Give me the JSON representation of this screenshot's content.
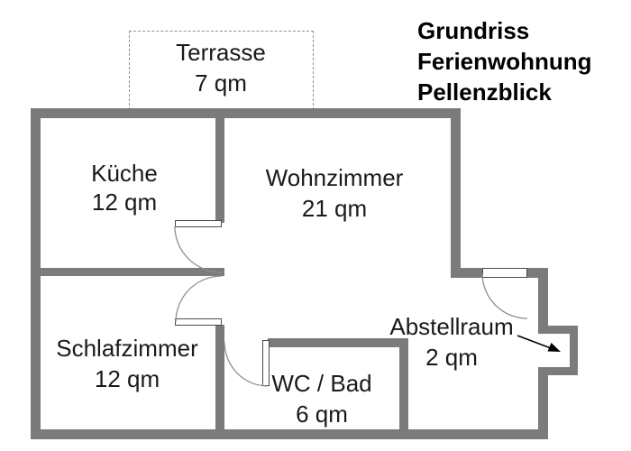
{
  "title": {
    "line1": "Grundriss",
    "line2": "Ferienwohnung",
    "line3": "Pellenzblick"
  },
  "rooms": [
    {
      "id": "terrasse",
      "name": "Terrasse",
      "area": "7 qm"
    },
    {
      "id": "kueche",
      "name": "Küche",
      "area": "12 qm"
    },
    {
      "id": "wohnzimmer",
      "name": "Wohnzimmer",
      "area": "21 qm"
    },
    {
      "id": "schlafzimmer",
      "name": "Schlafzimmer",
      "area": "12 qm"
    },
    {
      "id": "wc-bad",
      "name": "WC / Bad",
      "area": "6 qm"
    },
    {
      "id": "abstellraum",
      "name": "Abstellraum",
      "area": "2 qm"
    }
  ],
  "colors": {
    "wall": "#7b7b7b",
    "text": "#1a1a1a",
    "door_outline": "#4a4a4a",
    "door_arc": "#909090",
    "terrace_dash": "#909090",
    "background": "#ffffff"
  }
}
